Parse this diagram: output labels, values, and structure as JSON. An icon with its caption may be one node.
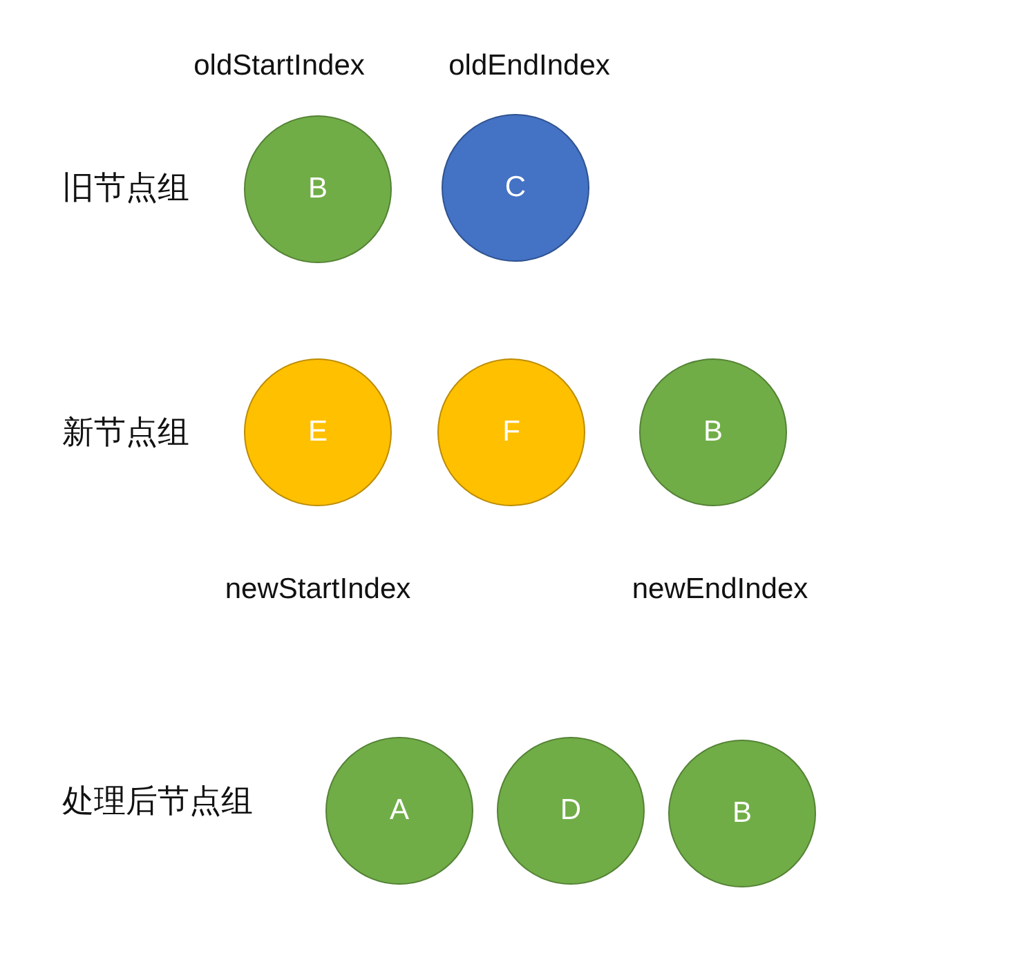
{
  "diagram": {
    "nodes": [
      {
        "text": [
          "B"
        ]
      },
      {
        "text": [
          "C"
        ]
      },
      {
        "text": [
          "E"
        ]
      },
      {
        "text": [
          "F"
        ]
      },
      {
        "text": [
          "B"
        ]
      },
      {
        "text": [
          "A"
        ]
      },
      {
        "text": [
          "D"
        ]
      },
      {
        "text": [
          "B"
        ]
      }
    ],
    "labels": [
      "oldStartIndex",
      "oldEndIndex",
      "旧节点组",
      "新节点组",
      "newStartIndex",
      "newEndIndex",
      "处理后节点组"
    ]
  }
}
